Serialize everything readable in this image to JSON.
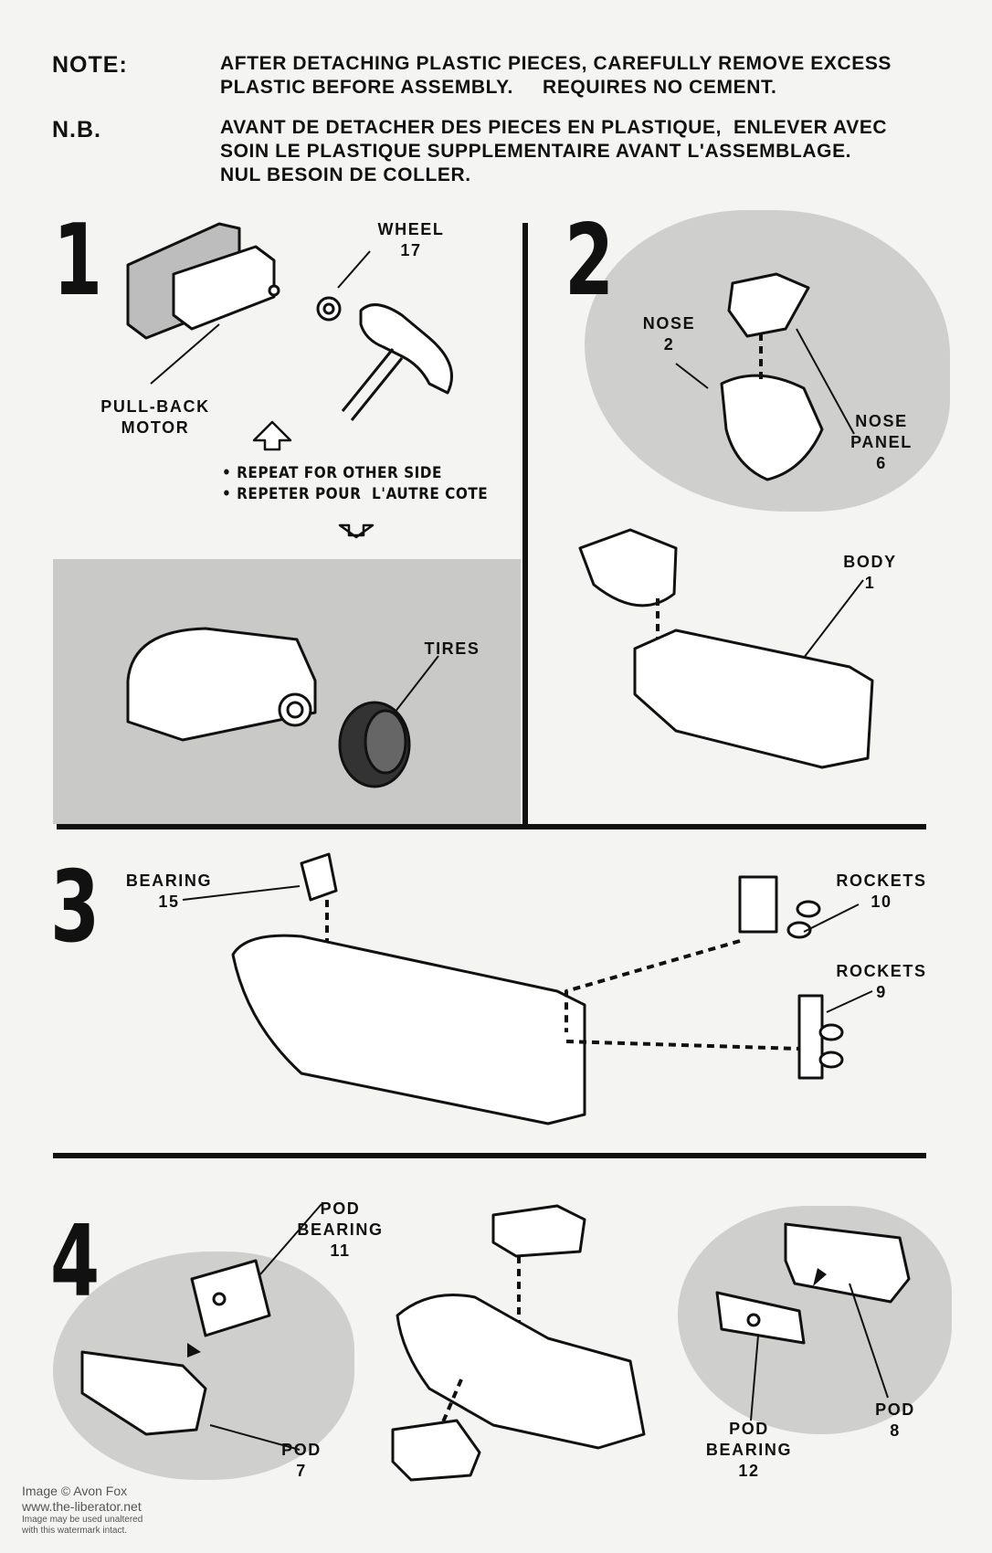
{
  "note": {
    "en_label": "NOTE:",
    "en_line1": "AFTER DETACHING PLASTIC PIECES, CAREFULLY REMOVE EXCESS",
    "en_line2": "PLASTIC BEFORE ASSEMBLY.     REQUIRES NO CEMENT.",
    "fr_label": "N.B.",
    "fr_line1": "AVANT DE DETACHER DES PIECES EN PLASTIQUE,  ENLEVER AVEC",
    "fr_line2": "SOIN LE PLASTIQUE SUPPLEMENTAIRE AVANT L'ASSEMBLAGE.",
    "fr_line3": "NUL BESOIN DE COLLER."
  },
  "steps": {
    "s1": {
      "number": "1",
      "wheel": [
        "WHEEL",
        "17"
      ],
      "motor": [
        "PULL-BACK",
        "MOTOR"
      ],
      "repeat_en": "• REPEAT FOR OTHER SIDE",
      "repeat_fr": "• REPETER POUR  L'AUTRE COTE",
      "tires": "TIRES"
    },
    "s2": {
      "number": "2",
      "nose": [
        "NOSE",
        "2"
      ],
      "nose_panel": [
        "NOSE",
        "PANEL",
        "6"
      ],
      "body": [
        "BODY",
        "1"
      ]
    },
    "s3": {
      "number": "3",
      "bearing": [
        "BEARING",
        "15"
      ],
      "rockets10": [
        "ROCKETS",
        "10"
      ],
      "rockets9": [
        "ROCKETS",
        "9"
      ]
    },
    "s4": {
      "number": "4",
      "pod_bearing11": [
        "POD",
        "BEARING",
        "11"
      ],
      "pod7": [
        "POD",
        "7"
      ],
      "pod_bearing12": [
        "POD",
        "BEARING",
        "12"
      ],
      "pod8": [
        "POD",
        "8"
      ]
    }
  },
  "watermark": {
    "line1": "Image © Avon Fox",
    "line2": "www.the-liberator.net",
    "line3": "Image may be used unaltered",
    "line4": "with this watermark intact."
  }
}
